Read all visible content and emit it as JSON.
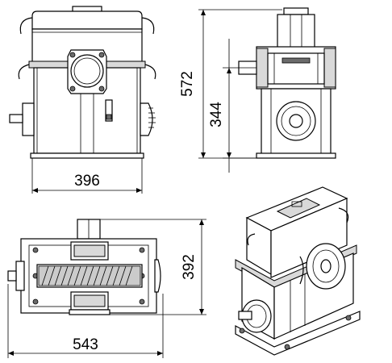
{
  "dimensions": {
    "width_front": "396",
    "height_total": "572",
    "height_shaft": "344",
    "depth_top": "392",
    "length_top": "543"
  }
}
